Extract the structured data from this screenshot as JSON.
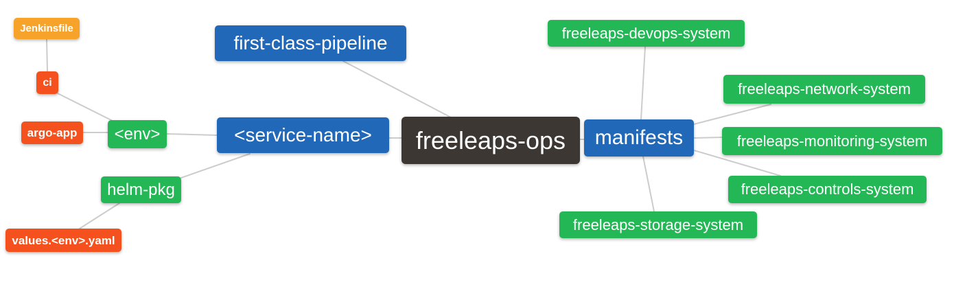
{
  "diagram": {
    "type": "mindmap",
    "root_label": "freeleaps-ops"
  },
  "colors": {
    "blue": "#2268b8",
    "green": "#23b755",
    "orange": "#f7a329",
    "red": "#f4511e",
    "dark": "#3c3733",
    "edge": "#cccccc",
    "background": "#ffffff",
    "node_text": "#ffffff"
  },
  "nodes": {
    "jenkinsfile": {
      "label": "Jenkinsfile",
      "color_role": "orange"
    },
    "ci": {
      "label": "ci",
      "color_role": "red"
    },
    "argo_app": {
      "label": "argo-app",
      "color_role": "red"
    },
    "env": {
      "label": "<env>",
      "color_role": "green"
    },
    "helm_pkg": {
      "label": "helm-pkg",
      "color_role": "green"
    },
    "values_env_yaml": {
      "label": "values.<env>.yaml",
      "color_role": "red"
    },
    "first_class_pipeline": {
      "label": "first-class-pipeline",
      "color_role": "blue"
    },
    "service_name": {
      "label": "<service-name>",
      "color_role": "blue"
    },
    "freeleaps_ops": {
      "label": "freeleaps-ops",
      "color_role": "dark"
    },
    "manifests": {
      "label": "manifests",
      "color_role": "blue"
    },
    "devops_system": {
      "label": "freeleaps-devops-system",
      "color_role": "green"
    },
    "network_system": {
      "label": "freeleaps-network-system",
      "color_role": "green"
    },
    "monitoring_system": {
      "label": "freeleaps-monitoring-system",
      "color_role": "green"
    },
    "controls_system": {
      "label": "freeleaps-controls-system",
      "color_role": "green"
    },
    "storage_system": {
      "label": "freeleaps-storage-system",
      "color_role": "green"
    }
  },
  "edges": [
    {
      "from": "jenkinsfile",
      "to": "ci"
    },
    {
      "from": "ci",
      "to": "env"
    },
    {
      "from": "argo_app",
      "to": "env"
    },
    {
      "from": "env",
      "to": "service_name"
    },
    {
      "from": "helm_pkg",
      "to": "service_name"
    },
    {
      "from": "values_env_yaml",
      "to": "helm_pkg"
    },
    {
      "from": "first_class_pipeline",
      "to": "freeleaps_ops"
    },
    {
      "from": "service_name",
      "to": "freeleaps_ops"
    },
    {
      "from": "freeleaps_ops",
      "to": "manifests"
    },
    {
      "from": "manifests",
      "to": "devops_system"
    },
    {
      "from": "manifests",
      "to": "network_system"
    },
    {
      "from": "manifests",
      "to": "monitoring_system"
    },
    {
      "from": "manifests",
      "to": "controls_system"
    },
    {
      "from": "manifests",
      "to": "storage_system"
    }
  ]
}
